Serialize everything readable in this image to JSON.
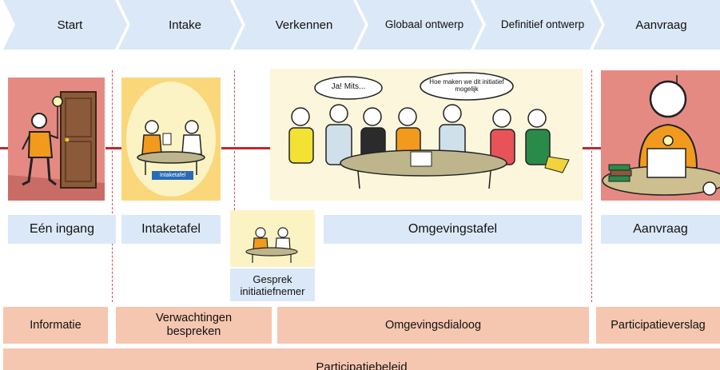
{
  "phases": [
    {
      "label": "Start"
    },
    {
      "label": "Intake"
    },
    {
      "label": "Verkennen"
    },
    {
      "label": "Globaal ontwerp"
    },
    {
      "label": "Definitief ontwerp"
    },
    {
      "label": "Aanvraag"
    }
  ],
  "illustrations": {
    "intake_sign": "Intaketafel",
    "bubble_left": "Ja! Mits...",
    "bubble_right": "Hoe maken we dit initiatief mogelijk"
  },
  "tables": {
    "een_ingang": "Eén ingang",
    "intaketafel": "Intaketafel",
    "omgevingstafel": "Omgevingstafel",
    "aanvraag": "Aanvraag",
    "gesprek": "Gesprek initiatiefnemer"
  },
  "activities": {
    "informatie": "Informatie",
    "verwachtingen": "Verwachtingen bespreken",
    "omgevingsdialoog": "Omgevingsdialoog",
    "participatieverslag": "Participatieverslag"
  },
  "footer": {
    "beleid": "Participatiebeleid"
  },
  "colors": {
    "chevron": "#dbe8f8",
    "peach": "#f5c6b0",
    "red_line": "#c1272d",
    "panel_red": "#e58a83",
    "panel_yellow": "#f9d77a",
    "panel_cream": "#fbf6dc"
  }
}
